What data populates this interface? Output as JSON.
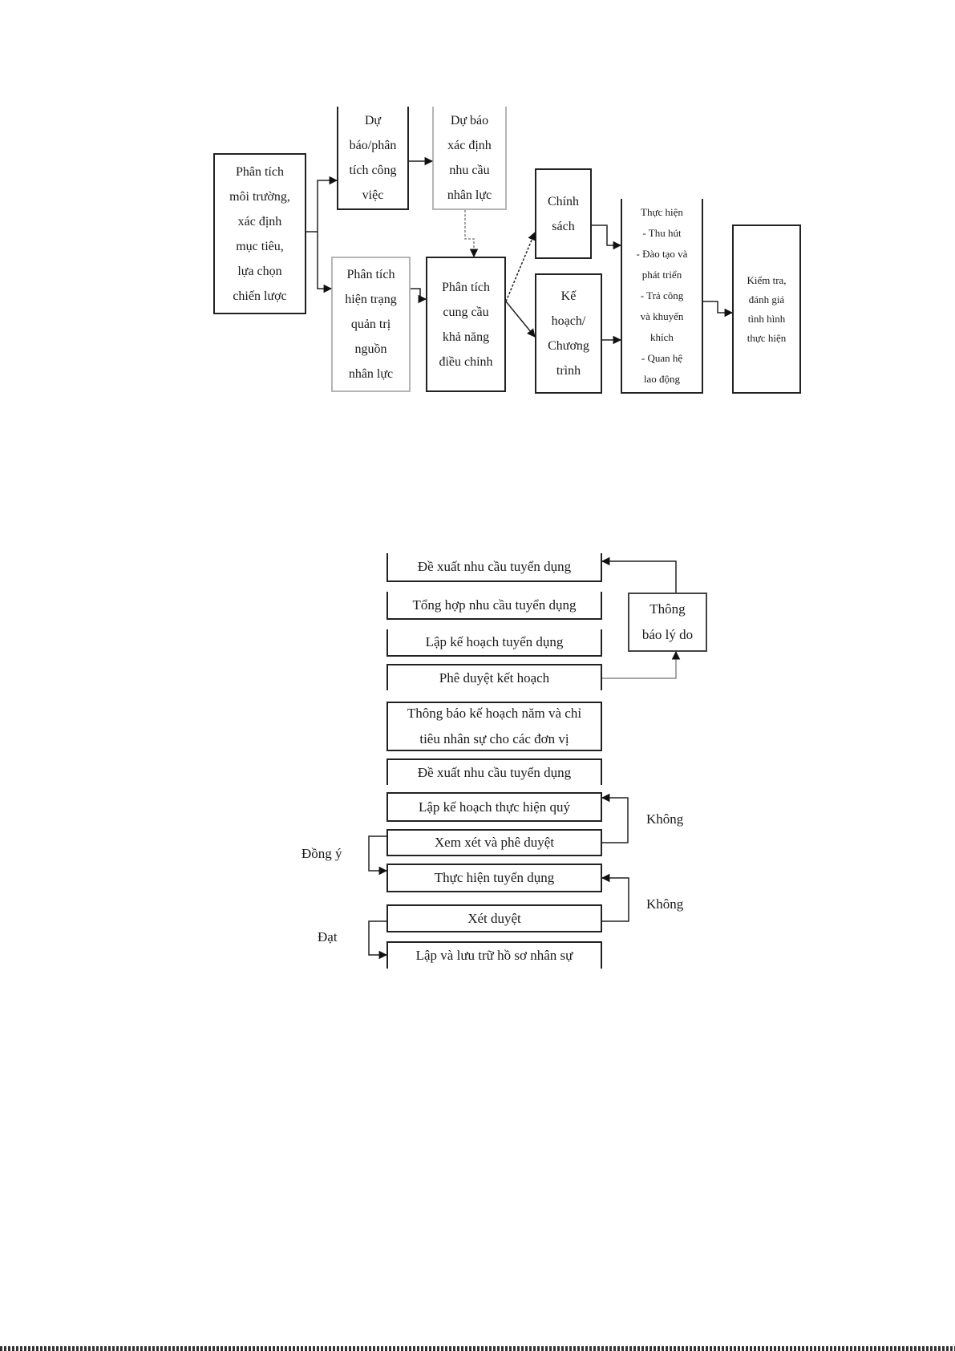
{
  "diagram1": {
    "nodes": {
      "phan_tich_moi_truong": "Phân tích\nmôi trường,\nxác định\nmục tiêu,\nlựa chọn\nchiến lược",
      "du_bao_phan_tich": "Dự\nbáo/phân\ntích công\nviệc",
      "du_bao_nhu_cau": "Dự báo\nxác định\nnhu cầu\nnhân lực",
      "phan_tich_hien_trang": "Phân tích\nhiện trạng\nquản trị\nnguồn\nnhân lực",
      "phan_tich_cung_cau": "Phân tích\ncung cầu\nkhả năng\nđiều chỉnh",
      "chinh_sach": "Chính\nsách",
      "ke_hoach": "Kế\nhoạch/\nChương\ntrình",
      "thuc_hien": "Thực hiện\n- Thu hút\n- Đào tạo và\nphát triển\n- Trả công\nvà khuyến\nkhích\n- Quan hệ\nlao động",
      "kiem_tra": "Kiểm tra,\nđánh giá\ntình hình\nthực hiện"
    }
  },
  "diagram2": {
    "steps": [
      "Đề xuất nhu cầu tuyển dụng",
      "Tổng hợp nhu cầu tuyển dụng",
      "Lập kế hoạch tuyển dụng",
      "Phê duyệt kết hoạch",
      "Thông báo kế hoạch năm và chỉ\ntiêu nhân sự cho các đơn vị",
      "Đề xuất nhu cầu tuyển dụng",
      "Lập kế hoạch thực hiện quý",
      "Xem xét và phê duyệt",
      "Thực hiện tuyển dụng",
      "Xét duyệt",
      "Lập và lưu trữ hồ sơ nhân sự"
    ],
    "side_box": "Thông\nbáo lý do",
    "labels": {
      "khong_1": "Không",
      "khong_2": "Không",
      "dong_y": "Đồng ý",
      "dat": "Đạt"
    }
  }
}
